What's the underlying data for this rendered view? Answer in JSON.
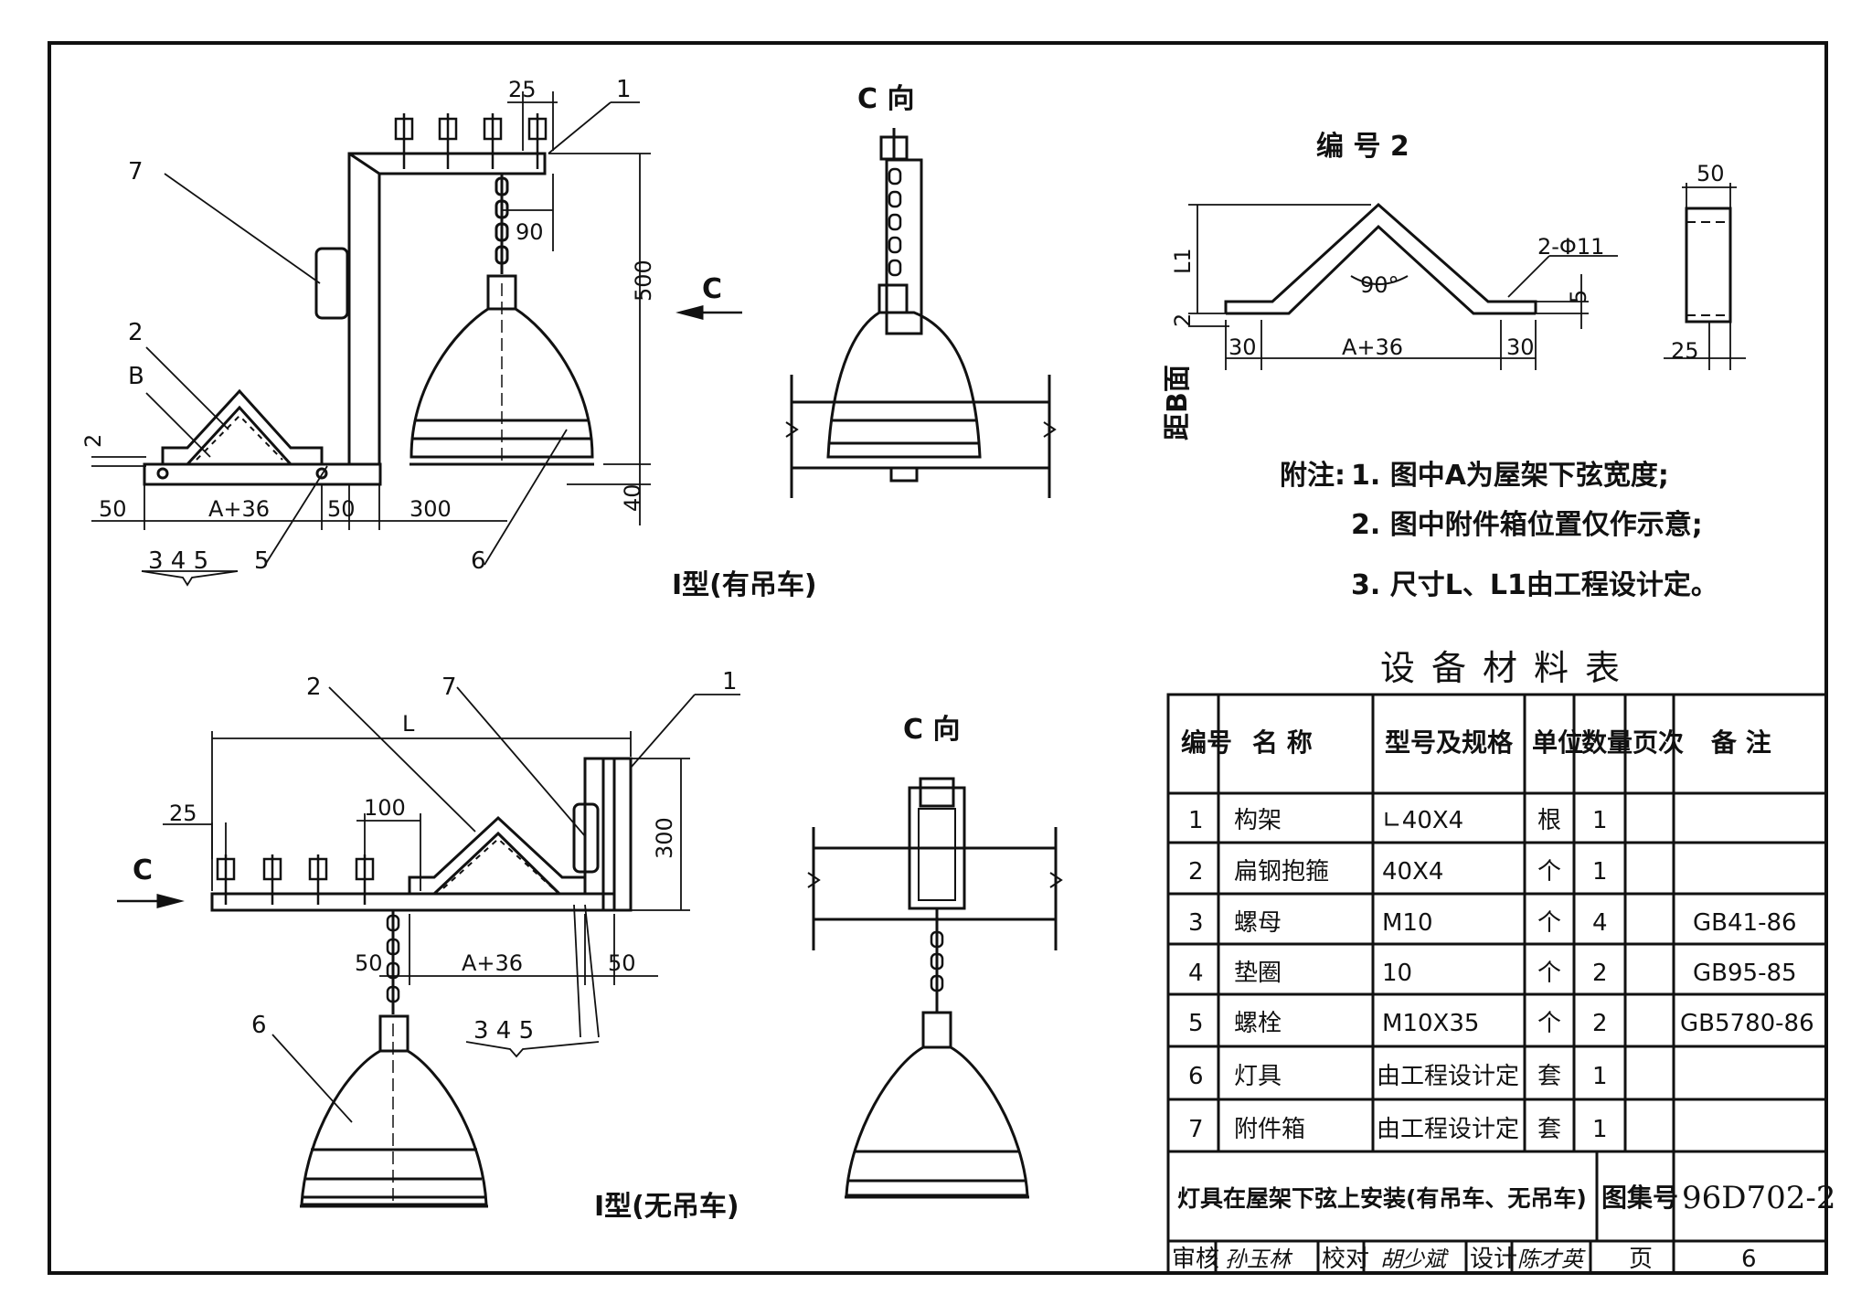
{
  "view_c": "C",
  "view_c_dir": "C 向",
  "type1": {
    "caption": "Ⅰ型(有吊车)",
    "dims": {
      "d25": "25",
      "d90": "90",
      "d500": "500",
      "d40": "40",
      "d50a": "50",
      "dA": "A+36",
      "d50b": "50",
      "d300": "300"
    },
    "items": {
      "i1": "1",
      "i2": "2",
      "i7": "7",
      "iB": "B",
      "i6": "6",
      "i5": "5",
      "i345": "3 4 5",
      "i2dim": "2"
    }
  },
  "type2": {
    "caption": "Ⅰ型(无吊车)",
    "dims": {
      "dL": "L",
      "d25": "25",
      "d100": "100",
      "d300": "300",
      "d50a": "50",
      "dA": "A+36",
      "d50b": "50"
    },
    "items": {
      "i1": "1",
      "i2": "2",
      "i7": "7",
      "i6": "6",
      "i345": "3 4 5"
    }
  },
  "part2": {
    "title": "编 号 2",
    "hole": "2-Φ11",
    "angle": "90°",
    "L1": "L1",
    "d5": "5",
    "d2": "2",
    "d30a": "30",
    "dA": "A+36",
    "d30b": "30",
    "side_label": "距B面",
    "d50": "50",
    "d25": "25"
  },
  "notes": {
    "label": "附注:",
    "lines": [
      "1. 图中A为屋架下弦宽度;",
      "2. 图中附件箱位置仅作示意;",
      "3. 尺寸L、L1由工程设计定。"
    ]
  },
  "table": {
    "title": "设备材料表",
    "headers": [
      "编号",
      "名 称",
      "型号及规格",
      "单位",
      "数量",
      "页次",
      "备 注"
    ],
    "rows": [
      [
        "1",
        "构架",
        "∟40X4",
        "根",
        "1",
        "",
        ""
      ],
      [
        "2",
        "扁钢抱箍",
        "40X4",
        "个",
        "1",
        "",
        ""
      ],
      [
        "3",
        "螺母",
        "M10",
        "个",
        "4",
        "",
        "GB41-86"
      ],
      [
        "4",
        "垫圈",
        "10",
        "个",
        "2",
        "",
        "GB95-85"
      ],
      [
        "5",
        "螺栓",
        "M10X35",
        "个",
        "2",
        "",
        "GB5780-86"
      ],
      [
        "6",
        "灯具",
        "由工程设计定",
        "套",
        "1",
        "",
        ""
      ],
      [
        "7",
        "附件箱",
        "由工程设计定",
        "套",
        "1",
        "",
        ""
      ]
    ]
  },
  "title_block": {
    "drawing_title": "灯具在屋架下弦上安装(有吊车、无吊车)",
    "atlas_label": "图集号",
    "atlas_no": "96D702-2",
    "review_label": "审核",
    "review_sign": "孙玉林",
    "check_label": "校对",
    "check_sign": "胡少斌",
    "design_label": "设计",
    "design_sign": "陈才英",
    "page_label": "页",
    "page_no": "6"
  }
}
